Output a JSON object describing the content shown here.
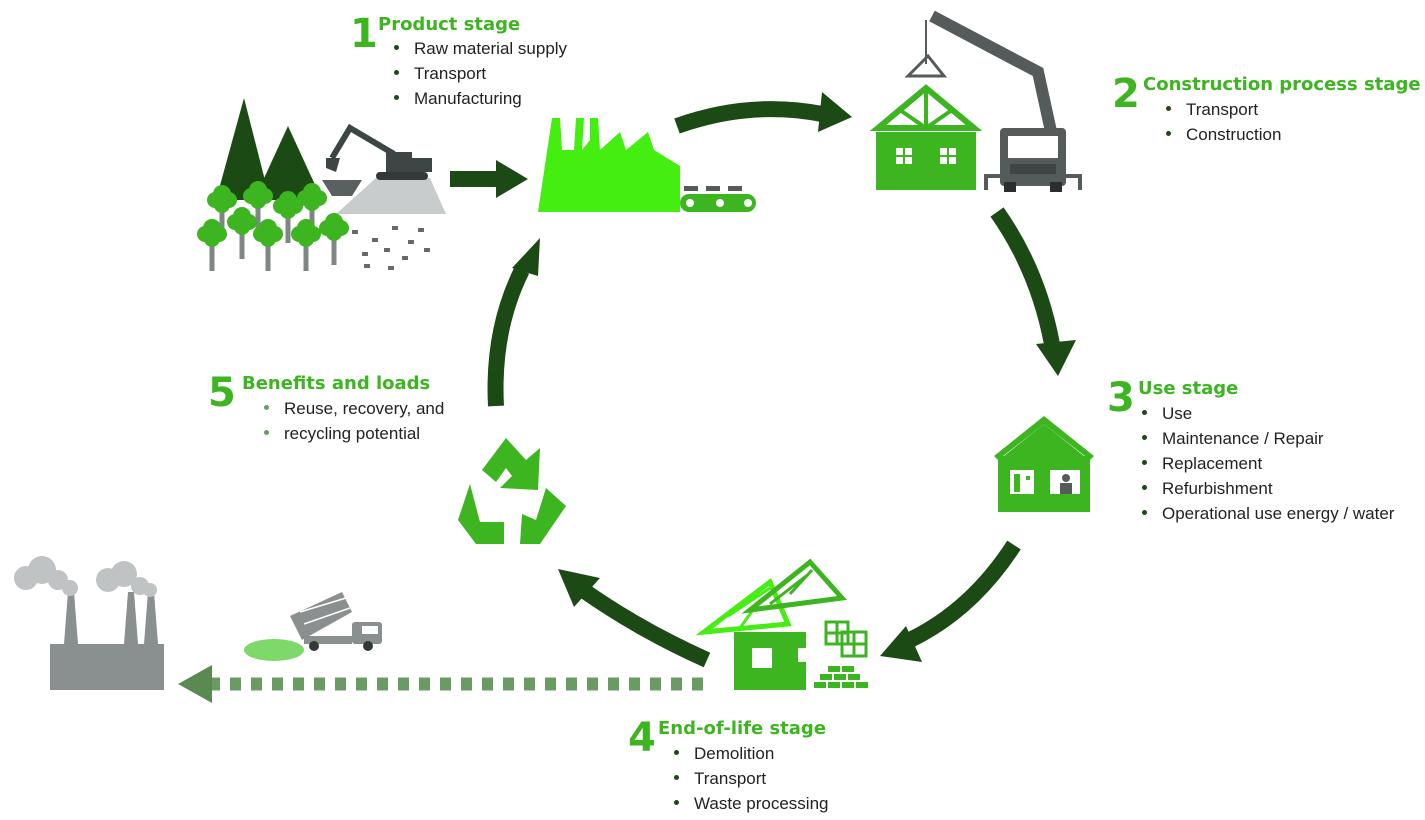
{
  "stages": [
    {
      "number": "1",
      "title": "Product stage",
      "items": [
        "Raw material supply",
        "Transport",
        "Manufacturing"
      ]
    },
    {
      "number": "2",
      "title": "Construction process stage",
      "items": [
        "Transport",
        "Construction"
      ]
    },
    {
      "number": "3",
      "title": "Use stage",
      "items": [
        "Use",
        "Maintenance / Repair",
        "Replacement",
        "Refurbishment",
        "Operational use energy / water"
      ]
    },
    {
      "number": "4",
      "title": "End-of-life stage",
      "items": [
        "Demolition",
        "Transport",
        "Waste processing"
      ]
    },
    {
      "number": "5",
      "title": "Benefits and loads",
      "items": [
        "Reuse, recovery, and",
        "recycling potential"
      ]
    }
  ],
  "colors": {
    "bright_green": "#3cb521",
    "lime_green": "#44ee11",
    "dark_green": "#1c4a14",
    "gray": "#8a8f8f",
    "dotted_arrow": "#6b9b64"
  },
  "icons": [
    "forest-icon",
    "excavator-icon",
    "factory-icon",
    "crane-house-icon",
    "house-icon",
    "demolition-icon",
    "recycle-icon",
    "dump-truck-icon",
    "power-plant-icon"
  ]
}
